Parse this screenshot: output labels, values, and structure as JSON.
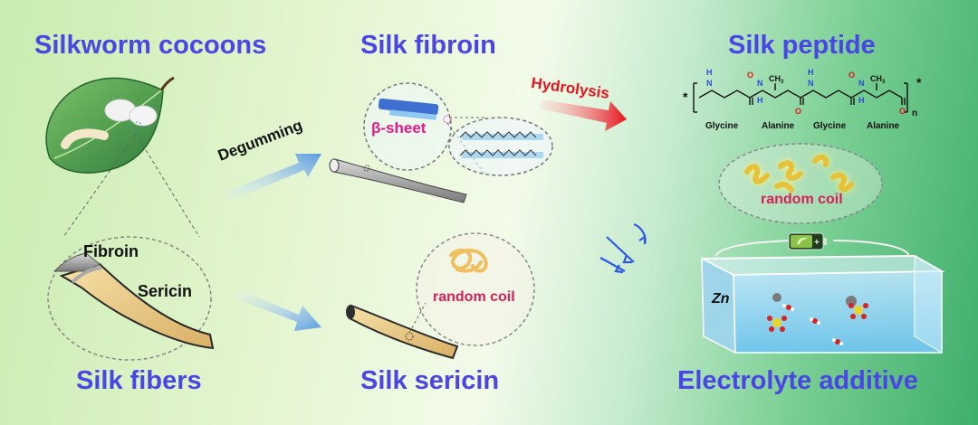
{
  "titles": {
    "silkworm_cocoons": "Silkworm cocoons",
    "silk_fibroin": "Silk fibroin",
    "silk_peptide": "Silk peptide",
    "silk_fibers": "Silk fibers",
    "silk_sericin": "Silk sericin",
    "electrolyte_additive": "Electrolyte additive"
  },
  "arrows": {
    "degumming": "Degumming",
    "hydrolysis": "Hydrolysis"
  },
  "labels": {
    "fibroin": "Fibroin",
    "sericin": "Sericin",
    "beta_sheet": "β-sheet",
    "random_coil_peptide": "random coil",
    "random_coil_sericin": "random coil",
    "zn": "Zn"
  },
  "peptide": {
    "residues": [
      "Glycine",
      "Alanine",
      "Glycine",
      "Alanine"
    ],
    "n_subscript": "n",
    "star": "*",
    "atom_H": "H",
    "atom_N": "N",
    "atom_O": "O",
    "methyl": "CH",
    "methyl_sub": "3"
  },
  "colors": {
    "title": "#4a46e6",
    "hydrolysis": "#e8141c",
    "beta_sheet": "#e8178a",
    "random_coil": "#d81e57",
    "fiber": "#e9c984",
    "battery": "#8bc34a"
  }
}
